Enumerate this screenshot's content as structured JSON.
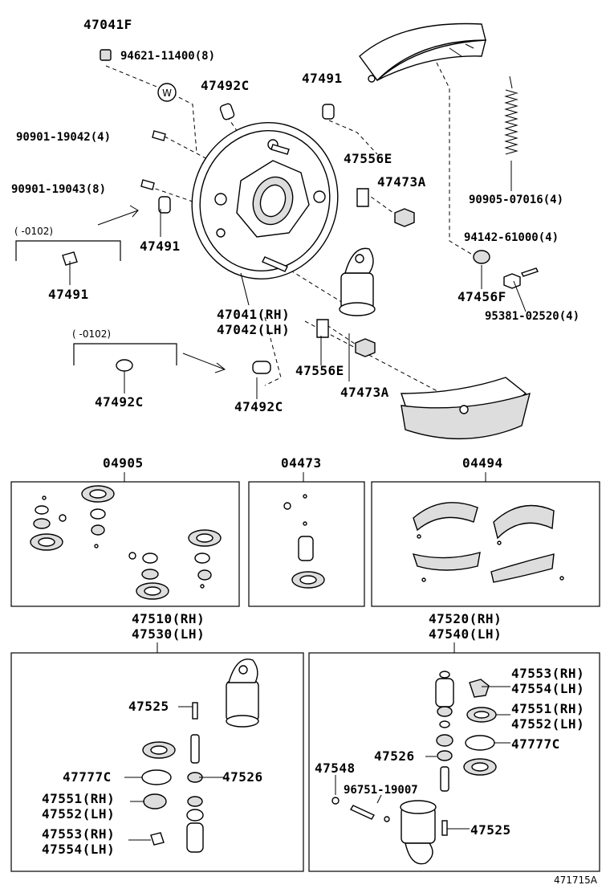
{
  "labels": {
    "p47041F": "47041F",
    "p94621": "94621-11400(8)",
    "p47492C_top": "47492C",
    "p47491_top": "47491",
    "p90901_42": "90901-19042(4)",
    "p90901_43": "90901-19043(8)",
    "p47556E_top": "47556E",
    "p47473A_top": "47473A",
    "p90905": "90905-07016(4)",
    "p47491_mid": "47491",
    "p94142": "94142-61000(4)",
    "p47456F": "47456F",
    "p95381": "95381-02520(4)",
    "p47491_left": "47491",
    "p47041RH": "47041(RH)",
    "p47042LH": "47042(LH)",
    "p47556E_bot": "47556E",
    "p47473A_bot": "47473A",
    "p47492C_left": "47492C",
    "p47492C_bot": "47492C",
    "range1": "(    -0102)",
    "range2": "(    -0102)",
    "kit04905": "04905",
    "kit04473": "04473",
    "kit04494": "04494",
    "p47510RH": "47510(RH)",
    "p47530LH": "47530(LH)",
    "p47520RH": "47520(RH)",
    "p47540LH": "47540(LH)",
    "L47525": "47525",
    "L47526": "47526",
    "L47777C": "47777C",
    "L47551RH": "47551(RH)",
    "L47552LH": "47552(LH)",
    "L47553RH": "47553(RH)",
    "L47554LH": "47554(LH)",
    "R47553RH": "47553(RH)",
    "R47554LH": "47554(LH)",
    "R47551RH": "47551(RH)",
    "R47552LH": "47552(LH)",
    "R47777C": "47777C",
    "R47526": "47526",
    "R47548": "47548",
    "R96751": "96751-19007",
    "R47525": "47525",
    "footer": "471715A"
  }
}
